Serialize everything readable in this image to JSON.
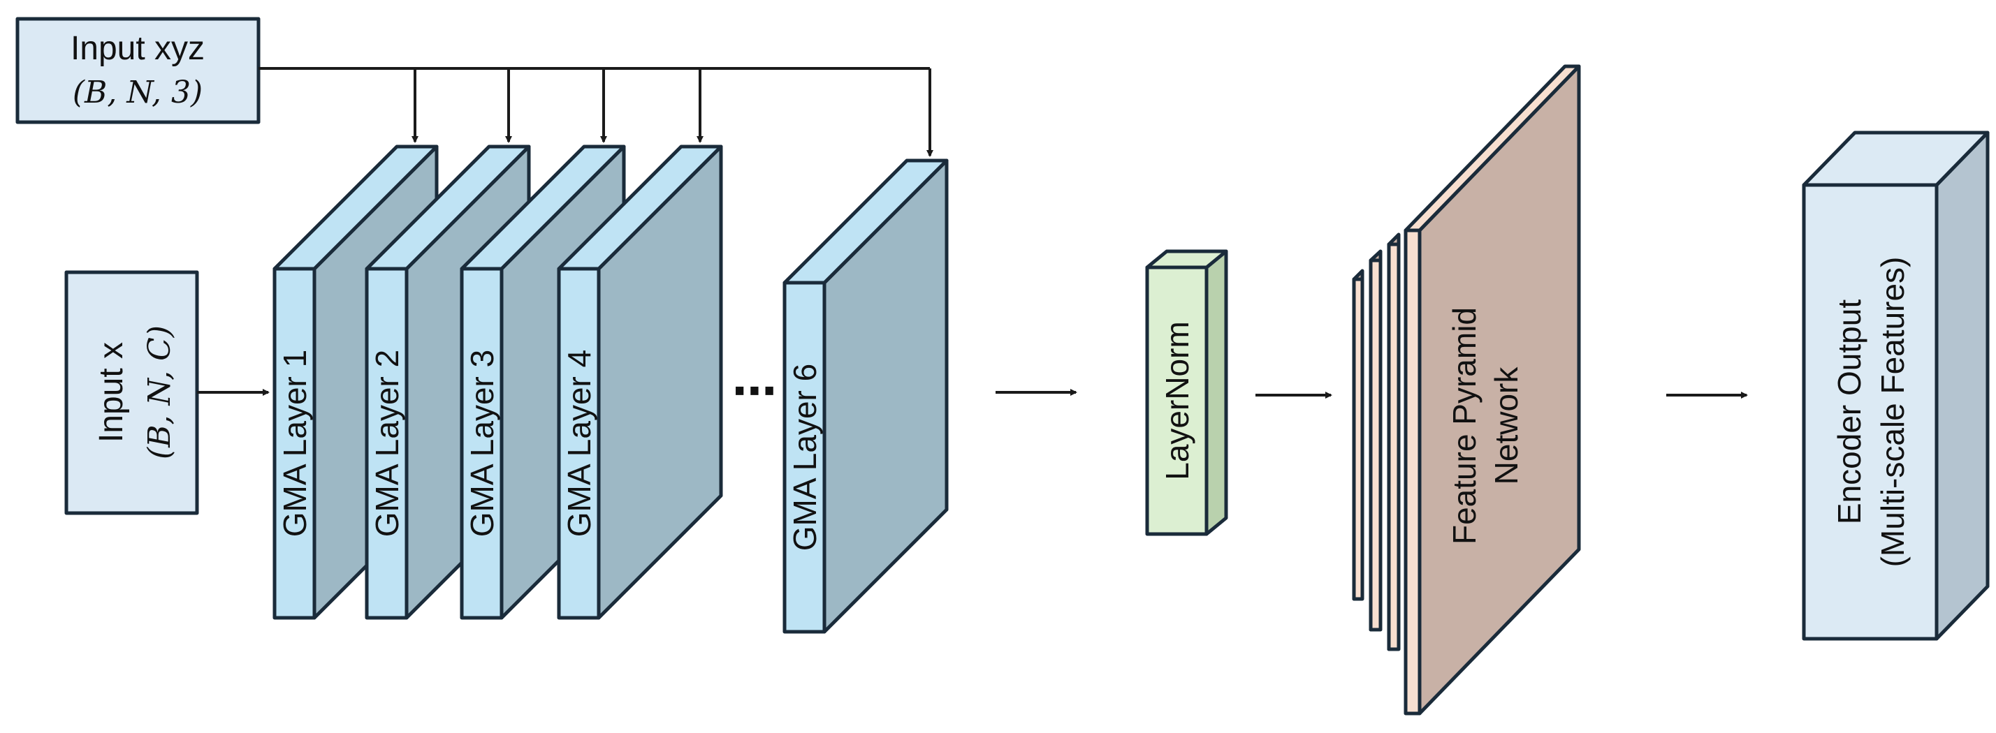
{
  "input_xyz": {
    "title": "Input xyz",
    "shape": "(B, N, 3)"
  },
  "input_x": {
    "title": "Input x",
    "shape": "(B, N, C)"
  },
  "gma_layers": [
    {
      "label": "GMA Layer 1"
    },
    {
      "label": "GMA Layer 2"
    },
    {
      "label": "GMA Layer 3"
    },
    {
      "label": "GMA Layer 4"
    },
    {
      "label": "GMA Layer 6"
    }
  ],
  "ellipsis": "⋯",
  "layernorm": {
    "label": "LayerNorm"
  },
  "fpn": {
    "line1": "Feature Pyramid",
    "line2": "Network"
  },
  "encoder_output": {
    "line1": "Encoder Output",
    "line2": "(Multi-scale Features)"
  },
  "colors": {
    "input_fill": "#dbe9f4",
    "layer_front": "#bfe3f4",
    "layer_side": "#9db8c5",
    "layernorm_front": "#dcefd2",
    "layernorm_side": "#b9d1ad",
    "fpn_front": "#f7dfd0",
    "fpn_side": "#c8b1a6",
    "output_front": "#dceaf4",
    "output_side": "#b4c4d0",
    "edge": "#1a2b3a"
  }
}
